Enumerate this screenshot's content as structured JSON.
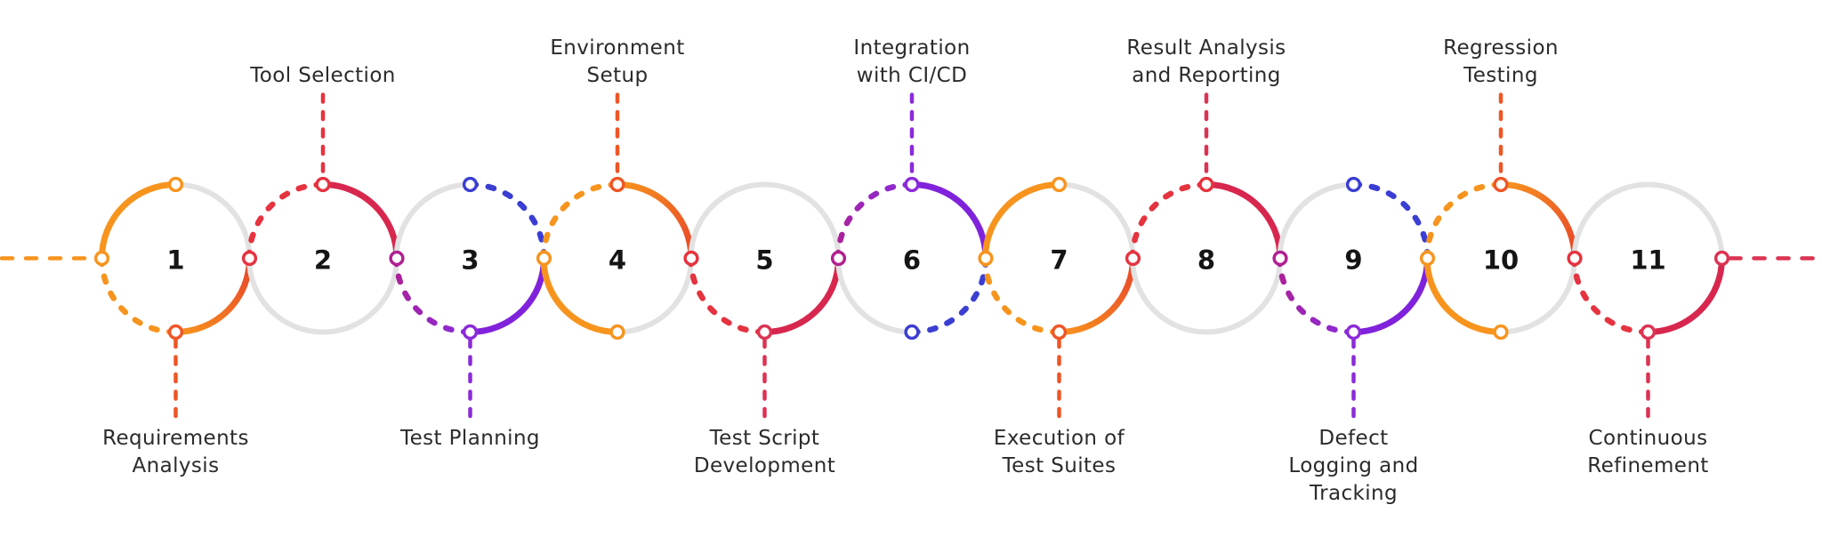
{
  "diagram": {
    "type": "process-chain-timeline",
    "description": "11-step interlinked circle chain with alternating labels above and below",
    "entry_connector": {
      "side": "left",
      "style": "dashed",
      "color": "orange"
    },
    "exit_connector": {
      "side": "right",
      "style": "dashed",
      "color": "crimson_line"
    },
    "steps": [
      {
        "number": "1",
        "label": [
          "Requirements",
          "Analysis"
        ],
        "label_side": "below",
        "connector_color": "deep_orange",
        "arcs": [
          {
            "q": "TL",
            "style": "solid",
            "color": "orange"
          },
          {
            "q": "BL",
            "style": "dashed",
            "color": "orange"
          },
          {
            "q": "BR",
            "style": "solid",
            "gradient": [
              "orange",
              "orange_red"
            ]
          }
        ],
        "nodes": [
          {
            "pos": "T",
            "color": "orange"
          },
          {
            "pos": "L",
            "color": "orange"
          },
          {
            "pos": "B",
            "color": "deep_orange"
          },
          {
            "pos": "R",
            "color": "red"
          }
        ]
      },
      {
        "number": "2",
        "label": [
          "Tool Selection"
        ],
        "label_side": "above",
        "connector_color": "red",
        "arcs": [
          {
            "q": "TL",
            "style": "dashed",
            "color": "red"
          },
          {
            "q": "TR",
            "style": "solid",
            "color": "crimson"
          }
        ],
        "nodes": [
          {
            "pos": "T",
            "color": "red"
          },
          {
            "pos": "R",
            "color": "magenta"
          }
        ]
      },
      {
        "number": "3",
        "label": [
          "Test Planning"
        ],
        "label_side": "below",
        "connector_color": "violet",
        "arcs": [
          {
            "q": "TR",
            "style": "dashed",
            "color": "blue"
          },
          {
            "q": "BL",
            "style": "dashed",
            "gradient": [
              "magenta",
              "violet"
            ]
          },
          {
            "q": "BR",
            "style": "solid",
            "color": "purple"
          }
        ],
        "nodes": [
          {
            "pos": "T",
            "color": "blue"
          },
          {
            "pos": "B",
            "color": "violet"
          },
          {
            "pos": "R",
            "color": "orange"
          }
        ]
      },
      {
        "number": "4",
        "label": [
          "Environment",
          "Setup"
        ],
        "label_side": "above",
        "connector_color": "deep_orange",
        "arcs": [
          {
            "q": "TL",
            "style": "dashed",
            "color": "orange"
          },
          {
            "q": "TR",
            "style": "solid",
            "gradient": [
              "orange",
              "orange_red"
            ]
          },
          {
            "q": "BL",
            "style": "solid",
            "color": "orange"
          }
        ],
        "nodes": [
          {
            "pos": "T",
            "color": "deep_orange"
          },
          {
            "pos": "B",
            "color": "orange"
          },
          {
            "pos": "R",
            "color": "red"
          }
        ]
      },
      {
        "number": "5",
        "label": [
          "Test Script",
          "Development"
        ],
        "label_side": "below",
        "connector_color": "crimson_line",
        "arcs": [
          {
            "q": "BL",
            "style": "dashed",
            "color": "red"
          },
          {
            "q": "BR",
            "style": "solid",
            "color": "crimson"
          }
        ],
        "nodes": [
          {
            "pos": "B",
            "color": "crimson_line"
          },
          {
            "pos": "R",
            "color": "magenta"
          }
        ]
      },
      {
        "number": "6",
        "label": [
          "Integration",
          "with CI/CD"
        ],
        "label_side": "above",
        "connector_color": "violet",
        "arcs": [
          {
            "q": "TL",
            "style": "dashed",
            "gradient": [
              "magenta",
              "violet"
            ]
          },
          {
            "q": "TR",
            "style": "solid",
            "color": "purple"
          },
          {
            "q": "BR",
            "style": "dashed",
            "color": "blue"
          }
        ],
        "nodes": [
          {
            "pos": "T",
            "color": "violet"
          },
          {
            "pos": "B",
            "color": "blue"
          },
          {
            "pos": "R",
            "color": "orange"
          }
        ]
      },
      {
        "number": "7",
        "label": [
          "Execution of",
          "Test Suites"
        ],
        "label_side": "below",
        "connector_color": "deep_orange",
        "arcs": [
          {
            "q": "TL",
            "style": "solid",
            "color": "orange"
          },
          {
            "q": "BL",
            "style": "dashed",
            "color": "orange"
          },
          {
            "q": "BR",
            "style": "solid",
            "gradient": [
              "orange",
              "orange_red"
            ]
          }
        ],
        "nodes": [
          {
            "pos": "T",
            "color": "orange"
          },
          {
            "pos": "B",
            "color": "deep_orange"
          },
          {
            "pos": "R",
            "color": "red"
          }
        ]
      },
      {
        "number": "8",
        "label": [
          "Result Analysis",
          "and Reporting"
        ],
        "label_side": "above",
        "connector_color": "crimson_line",
        "arcs": [
          {
            "q": "TL",
            "style": "dashed",
            "color": "red"
          },
          {
            "q": "TR",
            "style": "solid",
            "color": "crimson"
          }
        ],
        "nodes": [
          {
            "pos": "T",
            "color": "red"
          },
          {
            "pos": "R",
            "color": "magenta"
          }
        ]
      },
      {
        "number": "9",
        "label": [
          "Defect",
          "Logging and",
          "Tracking"
        ],
        "label_side": "below",
        "connector_color": "violet",
        "arcs": [
          {
            "q": "TR",
            "style": "dashed",
            "color": "blue"
          },
          {
            "q": "BL",
            "style": "dashed",
            "gradient": [
              "magenta",
              "violet"
            ]
          },
          {
            "q": "BR",
            "style": "solid",
            "color": "purple"
          }
        ],
        "nodes": [
          {
            "pos": "T",
            "color": "blue"
          },
          {
            "pos": "B",
            "color": "violet"
          },
          {
            "pos": "R",
            "color": "orange"
          }
        ]
      },
      {
        "number": "10",
        "label": [
          "Regression",
          "Testing"
        ],
        "label_side": "above",
        "connector_color": "deep_orange",
        "arcs": [
          {
            "q": "TL",
            "style": "dashed",
            "color": "orange"
          },
          {
            "q": "TR",
            "style": "solid",
            "gradient": [
              "orange",
              "orange_red"
            ]
          },
          {
            "q": "BL",
            "style": "solid",
            "color": "orange"
          }
        ],
        "nodes": [
          {
            "pos": "T",
            "color": "deep_orange"
          },
          {
            "pos": "B",
            "color": "orange"
          },
          {
            "pos": "R",
            "color": "red"
          }
        ]
      },
      {
        "number": "11",
        "label": [
          "Continuous",
          "Refinement"
        ],
        "label_side": "below",
        "connector_color": "crimson_line",
        "arcs": [
          {
            "q": "BL",
            "style": "dashed",
            "color": "red"
          },
          {
            "q": "BR",
            "style": "solid",
            "color": "crimson"
          }
        ],
        "nodes": [
          {
            "pos": "B",
            "color": "crimson_line"
          },
          {
            "pos": "R",
            "color": "crimson_line"
          }
        ]
      }
    ]
  },
  "colors": {
    "orange": "#F7941E",
    "deep_orange": "#EE5626",
    "orange_red": "#E8442A",
    "crimson": "#D8274E",
    "red": "#E5333F",
    "crimson_line": "#DC3352",
    "magenta": "#B02090",
    "purple": "#8022DC",
    "violet": "#8B2BD9",
    "blue": "#3B3ED2",
    "gray": "#E2E2E2",
    "label_text": "#2B2B2B",
    "number_text": "#151515",
    "background": "#FFFFFF"
  }
}
